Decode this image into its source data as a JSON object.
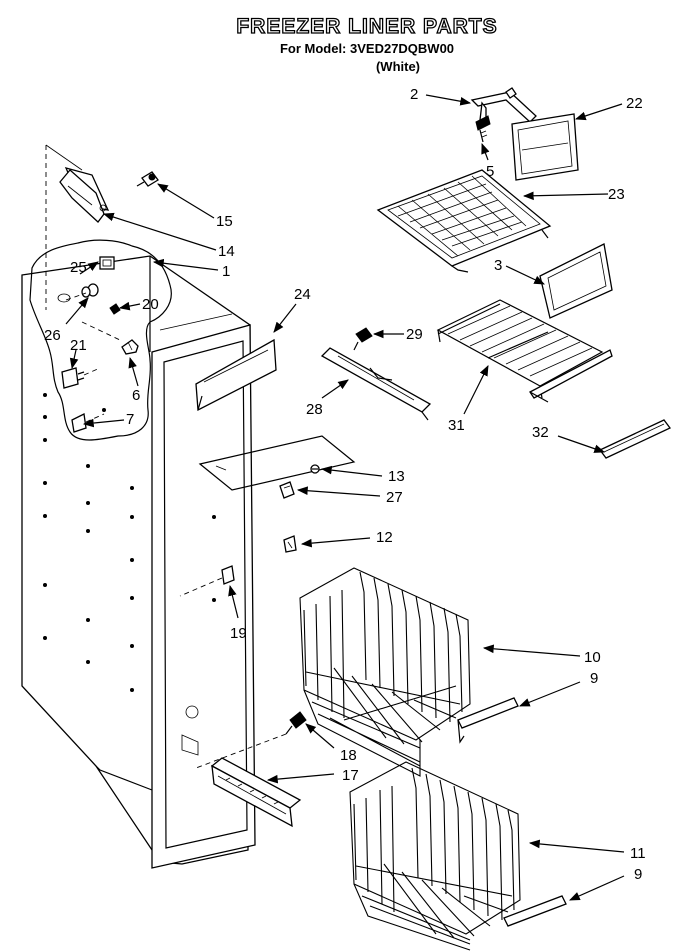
{
  "header": {
    "title": "FREEZER LINER PARTS",
    "model_line": "For Model: 3VED27DQBW00",
    "color_line": "(White)"
  },
  "callouts": [
    {
      "id": "c2",
      "label": "2"
    },
    {
      "id": "c5",
      "label": "5"
    },
    {
      "id": "c22",
      "label": "22"
    },
    {
      "id": "c23",
      "label": "23"
    },
    {
      "id": "c3",
      "label": "3"
    },
    {
      "id": "c15",
      "label": "15"
    },
    {
      "id": "c14",
      "label": "14"
    },
    {
      "id": "c1",
      "label": "1"
    },
    {
      "id": "c25",
      "label": "25"
    },
    {
      "id": "c20",
      "label": "20"
    },
    {
      "id": "c26",
      "label": "26"
    },
    {
      "id": "c21",
      "label": "21"
    },
    {
      "id": "c6",
      "label": "6"
    },
    {
      "id": "c7",
      "label": "7"
    },
    {
      "id": "c24",
      "label": "24"
    },
    {
      "id": "c29",
      "label": "29"
    },
    {
      "id": "c28",
      "label": "28"
    },
    {
      "id": "c31",
      "label": "31"
    },
    {
      "id": "c32",
      "label": "32"
    },
    {
      "id": "c13",
      "label": "13"
    },
    {
      "id": "c27",
      "label": "27"
    },
    {
      "id": "c12",
      "label": "12"
    },
    {
      "id": "c19",
      "label": "19"
    },
    {
      "id": "c10",
      "label": "10"
    },
    {
      "id": "c9a",
      "label": "9"
    },
    {
      "id": "c18",
      "label": "18"
    },
    {
      "id": "c17",
      "label": "17"
    },
    {
      "id": "c11",
      "label": "11"
    },
    {
      "id": "c9b",
      "label": "9"
    }
  ]
}
